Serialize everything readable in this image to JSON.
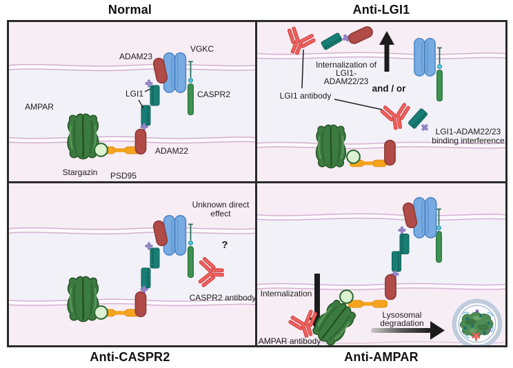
{
  "panels": {
    "normal": {
      "title": "Normal",
      "labels": {
        "ampar": "AMPAR",
        "adam23": "ADAM23",
        "vgkc": "VGKC",
        "lgi1": "LGI1",
        "caspr2": "CASPR2",
        "adam22": "ADAM22",
        "stargazin": "Stargazin",
        "psd95": "PSD95"
      }
    },
    "anti_lgi1": {
      "title": "Anti-LGI1",
      "labels": {
        "internalization_l1": "Internalization of",
        "internalization_l2": "LGI1-",
        "internalization_l3": "ADAM22/23",
        "and_or": "and / or",
        "lgi1_antibody": "LGI1 antibody",
        "interference_l1": "LGI1-ADAM22/23",
        "interference_l2": "binding interference"
      }
    },
    "anti_caspr2": {
      "title": "Anti-CASPR2",
      "labels": {
        "unknown_l1": "Unknown direct",
        "unknown_l2": "effect",
        "question_mark": "?",
        "caspr2_antibody": "CASPR2 antibody"
      }
    },
    "anti_ampar": {
      "title": "Anti-AMPAR",
      "labels": {
        "internalization": "Internalization",
        "ampar_antibody": "AMPAR antibody",
        "lysosomal_l1": "Lysosomal",
        "lysosomal_l2": "degradation"
      }
    }
  },
  "colors": {
    "membrane_pink": "#f7edf4",
    "cytosol_pale": "#f2f1f8",
    "membrane_line": "#d3b0d1",
    "ampar_green": "#3c7b3f",
    "stargazin_fill": "#ddf2d2",
    "psd95_orange": "#f5a41d",
    "adam_red": "#b14b47",
    "lgi1_teal": "#187e75",
    "linker_purple": "#9c8ed1",
    "vgkc_blue": "#77abe1",
    "caspr2_green": "#3f9252",
    "antibody_red": "#f2615d",
    "arrow_black": "#1c1c1c",
    "lysosome_ring": "#bfccdd"
  }
}
